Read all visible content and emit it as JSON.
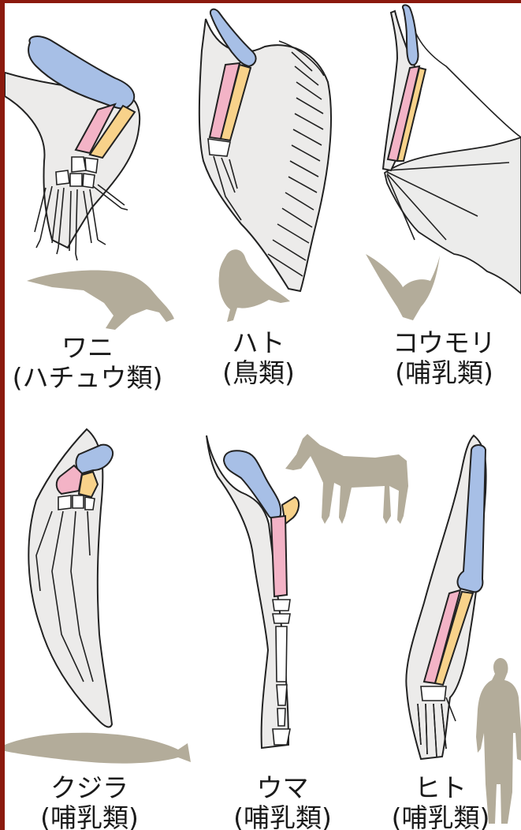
{
  "animals": [
    {
      "name": "ワニ",
      "class": "(ハチュウ類)"
    },
    {
      "name": "ハト",
      "class": "(鳥類)"
    },
    {
      "name": "コウモリ",
      "class": "(哺乳類)"
    },
    {
      "name": "クジラ",
      "class": "(哺乳類)"
    },
    {
      "name": "ウマ",
      "class": "(哺乳類)"
    },
    {
      "name": "ヒト",
      "class": "(哺乳類)"
    }
  ],
  "colors": {
    "frame": "#8b1a0e",
    "upper_arm_bone": "#a7bfe6",
    "radius_bone": "#f3b3c6",
    "ulna_bone": "#f8d28a",
    "limb_outline": "#ececeb",
    "silhouette": "#b3ac9a",
    "other_bones": "#ffffff"
  }
}
